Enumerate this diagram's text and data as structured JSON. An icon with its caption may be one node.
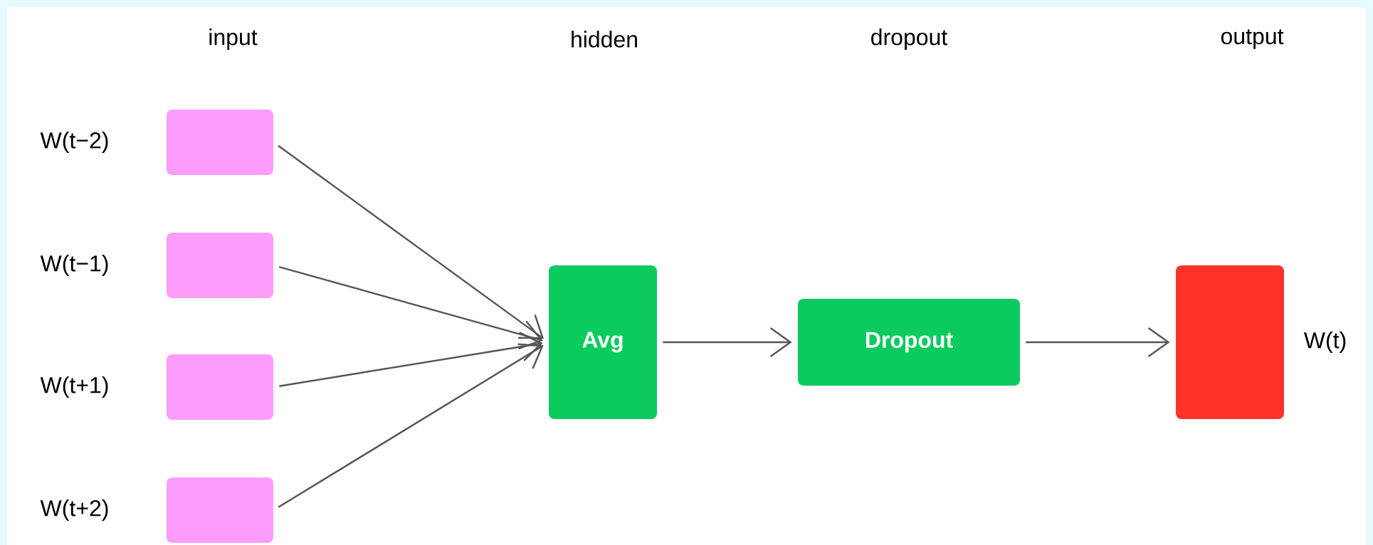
{
  "diagram": {
    "nodes": [
      {
        "text": [],
        "shape": "box",
        "beside": [
          "W(t−2)"
        ]
      },
      {
        "text": [],
        "shape": "box",
        "beside": [
          "W(t−1)"
        ]
      },
      {
        "text": [],
        "shape": "box",
        "beside": [
          "W(t+1)"
        ]
      },
      {
        "text": [],
        "shape": "box",
        "beside": [
          "W(t+2)"
        ]
      },
      {
        "text": [
          "Avg"
        ]
      },
      {
        "text": [
          "Dropout"
        ]
      },
      {
        "text": [],
        "shape": "box",
        "beside": [
          "W(t)"
        ]
      }
    ],
    "edges": [
      {
        "from": 0,
        "to": 4,
        "arrow": "to"
      },
      {
        "from": 1,
        "to": 4,
        "arrow": "to"
      },
      {
        "from": 2,
        "to": 4,
        "arrow": "to"
      },
      {
        "from": 3,
        "to": 4,
        "arrow": "to"
      },
      {
        "from": 4,
        "to": 5,
        "arrow": "to"
      },
      {
        "from": 5,
        "to": 6,
        "arrow": "to"
      }
    ],
    "labels": [
      "input",
      "hidden",
      "dropout",
      "output"
    ]
  }
}
